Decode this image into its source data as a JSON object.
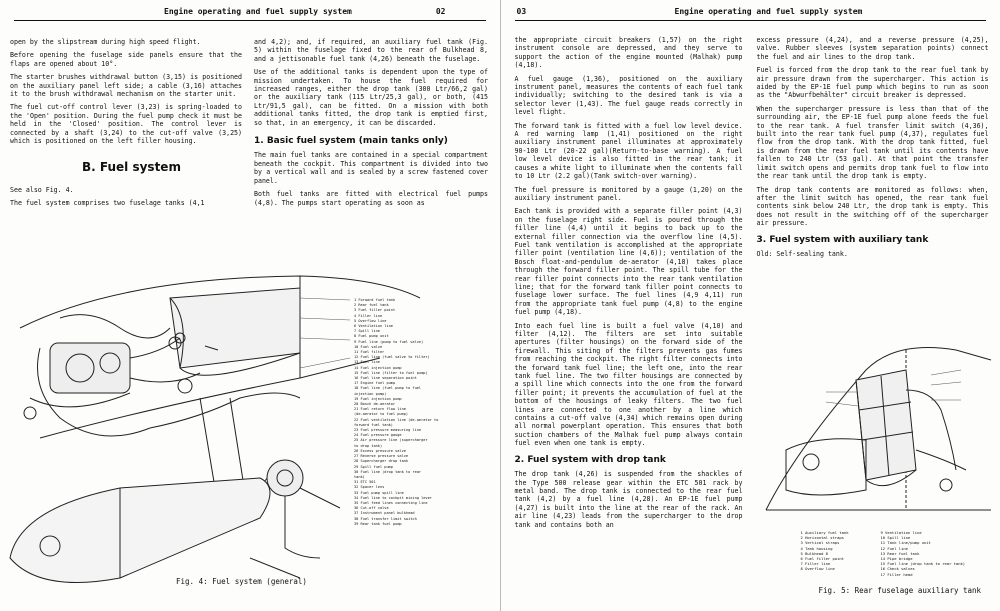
{
  "left_page": {
    "header_title": "Engine operating and fuel supply system",
    "page_number": "02",
    "col1": [
      "open by the slipstream during high speed flight.",
      "Before opening the fuselage side panels ensure that the flaps are opened about 10°.",
      "The starter brushes withdrawal button (3,15) is positioned on the auxiliary panel left side; a cable (3,16) attaches it to the brush withdrawal mechanism on the starter unit.",
      "The fuel cut-off control lever (3,23) is spring-loaded to the 'Open' position. During the fuel pump check it must be held in the 'Closed' position. The control lever is connected by a shaft (3,24) to the cut-off valve (3,25) which is positioned on the left filler housing."
    ],
    "section_b_heading": "B. Fuel system",
    "see_also": "See also Fig. 4.",
    "col1_last": "The fuel system comprises two fuselage tanks (4,1",
    "col2_top": [
      "and 4,2); and, if required, an auxiliary fuel tank (Fig. 5) within the fuselage fixed to the rear of Bulkhead 8, and a jettisonable fuel tank (4,26) beneath the fuselage.",
      "Use of the additional tanks is dependent upon the type of mission undertaken. To house the fuel required for increased ranges, either the drop tank (300 Ltr/66,2 gal) or the auxiliary tank (115 Ltr/25,3 gal), or both, (415 Ltr/91,5 gal), can be fitted. On a mission with both additional tanks fitted, the drop tank is emptied first, so that, in an emergency, it can be discarded."
    ],
    "section_1_heading": "1. Basic fuel system (main tanks only)",
    "col2_bottom": [
      "The main fuel tanks are contained in a special compartment beneath the cockpit. This compartment is divided into two by a vertical wall and is sealed by a screw fastened cover panel.",
      "Both fuel tanks are fitted with electrical fuel pumps (4,8). The pumps start operating as soon as"
    ],
    "fig4_legend": [
      "1 Forward fuel tank",
      "2 Rear fuel tank",
      "3 Fuel filler point",
      "4 Filler line",
      "5 Overflow line",
      "6 Ventilation line",
      "7 Spill line",
      "8 Fuel pump unit",
      "9 Fuel line (pump to fuel valve)",
      "10 Fuel valve",
      "11 Fuel filter",
      "12 Fuel line (fuel valve to filter)",
      "13 Fuel line",
      "14 Fuel injection pump",
      "15 Fuel line (filter to fuel pump)",
      "16 Fuel line separation point",
      "17 Engine fuel pump",
      "18 Fuel line (fuel pump to fuel",
      "   injection pump)",
      "19 Fuel injection pump",
      "20 Bosch de-aerator",
      "21 Fuel return flow line",
      "   (de-aerator to fuel pump)",
      "22 Fuel ventilation line (de-aerator to",
      "   forward fuel tank)",
      "23 Fuel pressure measuring line",
      "24 Fuel pressure gauge",
      "25 Air pressure line (supercharger",
      "   to drop tank)",
      "26 Excess pressure valve",
      "27 Reverse pressure valve",
      "28 Supercharger drop tank",
      "29 Spill fuel pump",
      "30 Fuel line (drop tank to rear",
      "   tank)",
      "31 ETC 501",
      "32 Spacer lens",
      "33 Fuel pump spill line",
      "34 Fuel line to cockpit mixing lever",
      "35 Fuel feed lines connecting line",
      "36 Cut-off valve",
      "37 Instrument panel bulkhead",
      "38 Fuel transfer limit switch",
      "39 Rear tank fuel pump"
    ],
    "fig4_caption": "Fig. 4: Fuel system (general)"
  },
  "right_page": {
    "page_number": "03",
    "header_title": "Engine operating and fuel supply system",
    "col1": [
      "the appropriate circuit breakers (1,57) on the right instrument console are depressed, and they serve to support the action of the engine mounted (Malhak) pump (4,18).",
      "A fuel gauge (1,36), positioned on the auxiliary instrument panel, measures the contents of each fuel tank individually; switching to the desired tank is via a selector lever (1,43). The fuel gauge reads correctly in level flight.",
      "The forward tank is fitted with a fuel low level device. A red warning lamp (1,41) positioned on the right auxiliary instrument panel illuminates at approximately 90-100 Ltr (20-22 gal)(Return-to-base warning). A fuel low level device is also fitted in the rear tank; it causes a white light to illuminate when the contents fall to 10 Ltr (2.2 gal)(Tank switch-over warning).",
      "The fuel pressure is monitored by a gauge (1,20) on the auxiliary instrument panel.",
      "Each tank is provided with a separate filler point (4,3) on the fuselage right side. Fuel is poured through the filler line (4,4) until it begins to back up to the external filler connection via the overflow line (4,5). Fuel tank ventilation is accomplished at the appropriate filler point (ventilation line (4,6)); ventilation of the Bosch float-and-pendulum de-aerator (4,18) takes place through the forward filler point. The spill tube for the rear filler point connects into the rear tank ventilation line; that for the forward tank filler point connects to fuselage lower surface. The fuel lines (4,9 4,11) run from the appropriate tank fuel pump (4,8) to the engine fuel pump (4,18).",
      "Into each fuel line is built a fuel valve (4,10) and filter (4,12). The filters are set into suitable apertures (filter housings) on the forward side of the firewall. This siting of the filters prevents gas fumes from reaching the cockpit. The right filter connects into the forward tank fuel line; the left one, into the rear tank fuel line. The two filter housings are connected by a spill line which connects into the one from the forward filler point; it prevents the accumulation of fuel at the bottom of the housings of leaky filters. The two fuel lines are connected to one another by a line which contains a cut-off valve (4,34) which remains open during all normal powerplant operation. This ensures that both suction chambers of the Malhak fuel pump always contain fuel even when one tank is empty."
    ],
    "section_2_heading": "2. Fuel system with drop tank",
    "col1_bottom": "The drop tank (4,26) is suspended from the shackles of the Type 500 release gear within the ETC 501 rack by metal band. The drop tank is connected to the rear fuel tank (4,2) by a fuel line (4,28). An EP-1E fuel pump (4,27) is built into the line at the rear of the rack. An air line (4,23) leads from the supercharger to the drop tank and contains both an",
    "col2": [
      "excess pressure (4,24), and a reverse pressure (4,25), valve. Rubber sleeves (system separation points) connect the fuel and air lines to the drop tank.",
      "Fuel is forced from the drop tank to the rear fuel tank by air pressure drawn from the supercharger. This action is aided by the EP-1E fuel pump which begins to run as soon as the \"Abwurfbehälter\" circuit breaker is depressed.",
      "When the supercharger pressure is less than that of the surrounding air, the EP-1E fuel pump alone feeds the fuel to the rear tank. A fuel transfer limit switch (4,36), built into the rear tank fuel pump (4,37), regulates fuel flow from the drop tank. With the drop tank fitted, fuel is drawn from the rear fuel tank until its contents have fallen to 240 Ltr (53 gal). At that point the transfer limit switch opens and permits drop tank fuel to flow into the rear tank until the drop tank is empty.",
      "The drop tank contents are monitored as follows: when, after the limit switch has opened, the rear tank fuel contents sink below 240 Ltr, the drop tank is empty. This does not result in the switching off of the supercharger air pressure."
    ],
    "section_3_heading": "3. Fuel system with auxiliary tank",
    "old_tank": "Old: Self-sealing tank.",
    "fig5_legend_left": [
      "1 Auxiliary fuel tank",
      "2 Horizontal straps",
      "3 Vertical straps",
      "4 Tank housing",
      "5 Bulkhead 8",
      "6 Fuel filler point",
      "7 Filler line",
      "8 Overflow line"
    ],
    "fig5_legend_right": [
      "9 Ventilation line",
      "10 Spill line",
      "11 Tank line/pump unit",
      "12 Fuel line",
      "13 Rear fuel tank",
      "14 Pipe bridge",
      "15 Fuel line (drop tank to rear tank)",
      "16 Check valves",
      "17 Filler head"
    ],
    "fig5_caption": "Fig. 5: Rear fuselage auxiliary tank"
  },
  "icons": {
    "figure4": "fuel-system-diagram",
    "figure5": "auxiliary-tank-diagram"
  }
}
